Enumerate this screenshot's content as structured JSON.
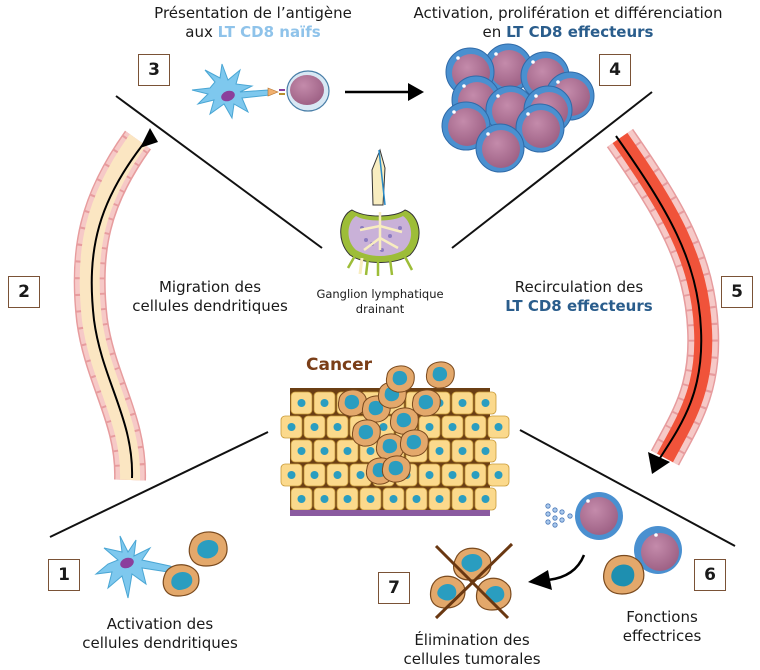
{
  "steps": [
    {
      "number": "1",
      "line1": "Activation des",
      "line2": "cellules dendritiques"
    },
    {
      "number": "2",
      "line1": "Migration des",
      "line2": "cellules dendritiques"
    },
    {
      "number": "3",
      "line1": "Présentation de l’antigène",
      "line2_prefix": "aux ",
      "line2_highlight": "LT CD8 naïfs"
    },
    {
      "number": "4",
      "line1": "Activation, prolifération et différenciation",
      "line2_prefix": "en ",
      "line2_highlight": "LT CD8 effecteurs"
    },
    {
      "number": "5",
      "line1": "Recirculation des",
      "line2_highlight": "LT CD8 effecteurs"
    },
    {
      "number": "6",
      "line1": "Fonctions",
      "line2": "effectrices"
    },
    {
      "number": "7",
      "line1": "Élimination des",
      "line2": "cellules tumorales"
    }
  ],
  "center": {
    "line1": "Ganglion lymphatique",
    "line2": "drainant"
  },
  "tumor": {
    "label": "Cancer"
  },
  "colors": {
    "naive_highlight": "#8fc3ea",
    "effector_highlight": "#2a5d8c",
    "cancer_label": "#7a3e18",
    "step_box_border": "#7a5236",
    "blood_vessel": "#f0533a",
    "lymph_vessel": "#fbe6c2",
    "vessel_wall": "#f2b6b4",
    "t_cell_nucleus": "#b07296",
    "t_cell_membrane": "#4a90d0",
    "dendritic_cell": "#7ec8ee",
    "tumor_cell": "#e3a86b",
    "tumor_nucleus": "#2a9dc0",
    "healthy_cell": "#fbd98c"
  }
}
